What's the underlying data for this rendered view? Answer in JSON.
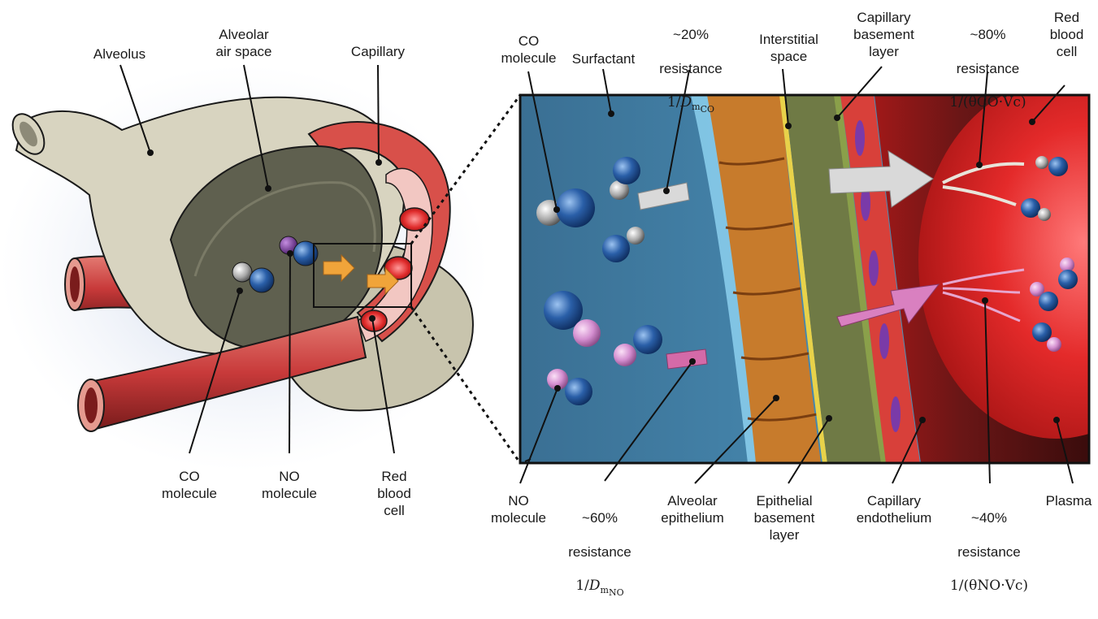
{
  "left_labels": {
    "alveolus": "Alveolus",
    "alveolar_air_space": "Alveolar\nair space",
    "capillary": "Capillary",
    "co_molecule": "CO\nmolecule",
    "no_molecule": "NO\nmolecule",
    "red_blood_cell": "Red\nblood\ncell"
  },
  "right_top_labels": {
    "co_molecule": "CO\nmolecule",
    "surfactant": "Surfactant",
    "co_resistance_pct": "~20%",
    "co_resistance_word": "resistance",
    "co_resistance_formula_prefix": "1/",
    "co_resistance_formula_var": "D",
    "co_resistance_formula_sub": "m",
    "co_resistance_formula_subsub": "CO",
    "interstitial_space": "Interstitial\nspace",
    "capillary_basement_layer": "Capillary\nbasement\nlayer",
    "blood_resistance_pct": "~80%",
    "blood_resistance_word": "resistance",
    "blood_resistance_formula": "1/(θCO·Vc)",
    "red_blood_cell": "Red\nblood\ncell"
  },
  "right_bottom_labels": {
    "no_molecule": "NO\nmolecule",
    "no_resistance_pct": "~60%",
    "no_resistance_word": "resistance",
    "no_resistance_formula_prefix": "1/",
    "no_resistance_formula_var": "D",
    "no_resistance_formula_sub": "m",
    "no_resistance_formula_subsub": "NO",
    "alveolar_epithelium": "Alveolar\nepithelium",
    "epithelial_basement_layer": "Epithelial\nbasement\nlayer",
    "capillary_endothelium": "Capillary\nendothelium",
    "no_blood_resistance_pct": "~40%",
    "no_blood_resistance_word": "resistance",
    "no_blood_resistance_formula": "1/(θNO·Vc)",
    "plasma": "Plasma"
  },
  "colors": {
    "alveolus_wall": "#c9c6b4",
    "air_space": "#5f604f",
    "capillary_red": "#c83a3a",
    "rbc_red": "#e02b2b",
    "co_blue": "#2a5fa8",
    "no_pink": "#d48fd0",
    "surfactant_teal": "#4a90b8",
    "epithelium_orange": "#c77b2c",
    "interstitial_green": "#6f7a45",
    "arrow_orange": "#f0a43a"
  }
}
